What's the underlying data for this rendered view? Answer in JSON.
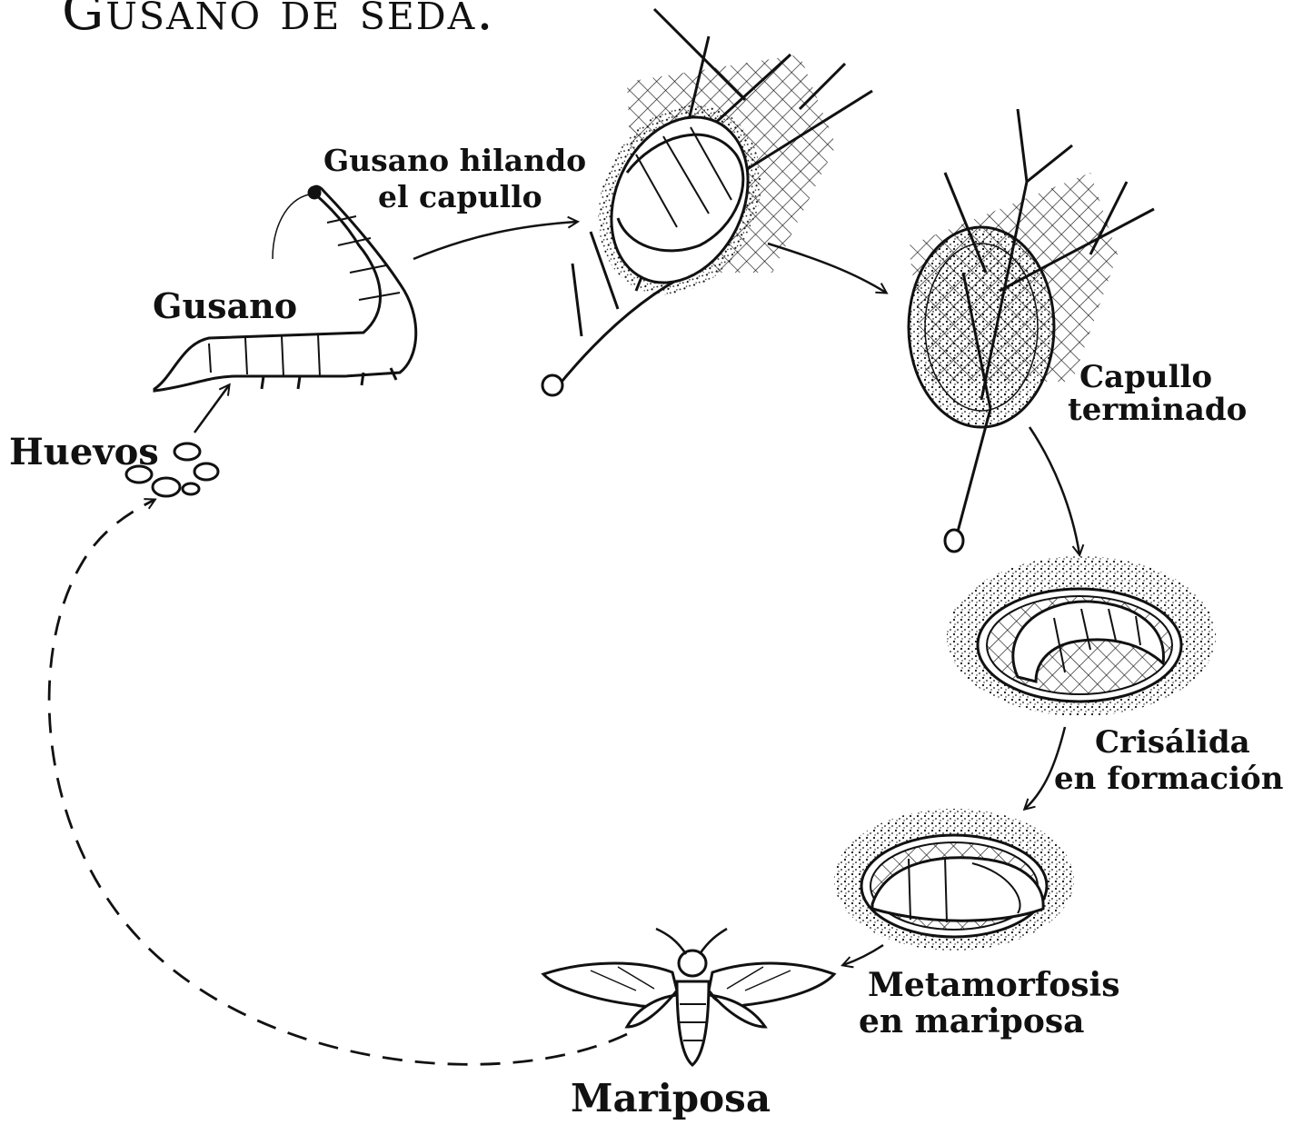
{
  "title": "Gusano de seda.",
  "stages": {
    "huevos": "Huevos",
    "gusano": "Gusano",
    "hilando_1": "Gusano hilando",
    "hilando_2": "el capullo",
    "capullo_1": "Capullo",
    "capullo_2": "terminado",
    "crisalida_1": "Crisálida",
    "crisalida_2": "en formación",
    "metamorfosis_1": "Metamorfosis",
    "metamorfosis_2": "en mariposa",
    "mariposa": "Mariposa"
  },
  "ink_color": "#111111"
}
